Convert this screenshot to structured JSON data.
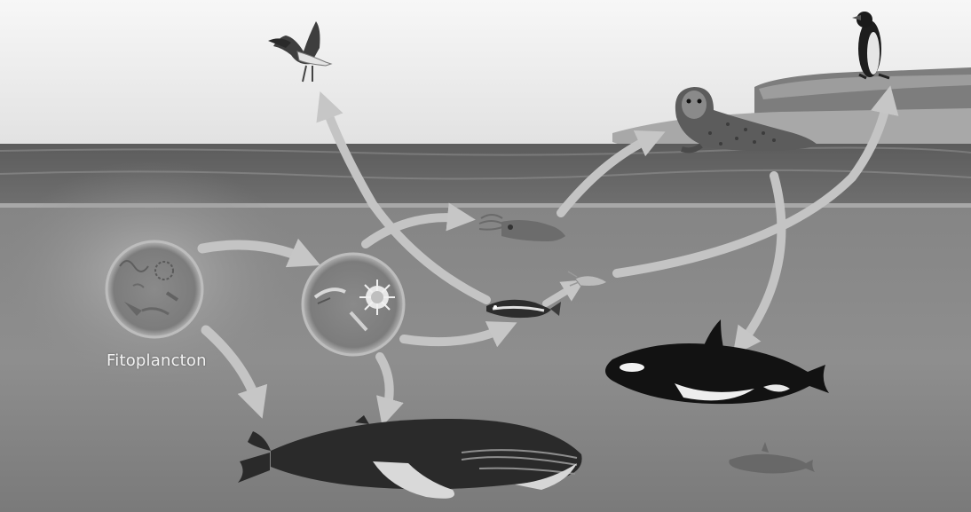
{
  "diagram": {
    "labels": {
      "phytoplankton": "Fitoplancton"
    },
    "organisms": [
      {
        "id": "phytoplankton",
        "icon": "phytoplankton-icon"
      },
      {
        "id": "zooplankton",
        "icon": "zooplankton-icon"
      },
      {
        "id": "squid",
        "icon": "squid-icon"
      },
      {
        "id": "fish",
        "icon": "fish-icon"
      },
      {
        "id": "krill",
        "icon": "krill-icon"
      },
      {
        "id": "seagull",
        "icon": "seagull-icon"
      },
      {
        "id": "penguin",
        "icon": "penguin-icon"
      },
      {
        "id": "seal",
        "icon": "seal-icon"
      },
      {
        "id": "orca",
        "icon": "orca-icon"
      },
      {
        "id": "humpback-whale",
        "icon": "whale-icon"
      },
      {
        "id": "small-orca",
        "icon": "orca-icon"
      }
    ],
    "links": [
      {
        "from": "phytoplankton",
        "to": "zooplankton"
      },
      {
        "from": "phytoplankton",
        "to": "humpback-whale"
      },
      {
        "from": "zooplankton",
        "to": "squid"
      },
      {
        "from": "zooplankton",
        "to": "fish"
      },
      {
        "from": "zooplankton",
        "to": "humpback-whale"
      },
      {
        "from": "fish",
        "to": "seagull"
      },
      {
        "from": "fish",
        "to": "krill"
      },
      {
        "from": "squid",
        "to": "seal"
      },
      {
        "from": "krill",
        "to": "penguin"
      },
      {
        "from": "seal",
        "to": "orca"
      }
    ],
    "colors": {
      "sky": "#eeeeee",
      "water_surface": "#6f6f6f",
      "water_deep": "#8c8c8c",
      "arrow": "#c4c4c4",
      "ice": "#9a9a9a"
    }
  }
}
